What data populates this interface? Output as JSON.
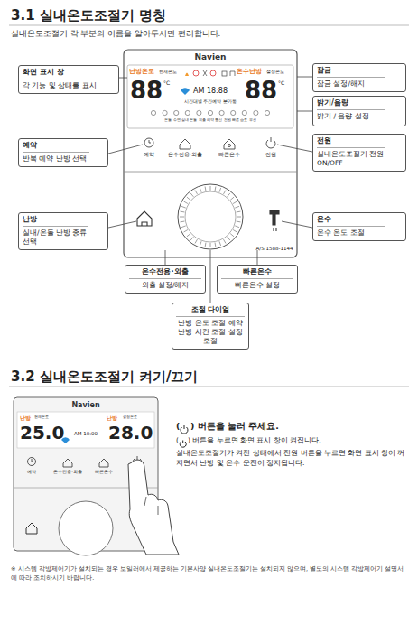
{
  "diagram": {
    "title": "3.1 실내온도조절기 명칭",
    "nodes": [
      {
        "text": [
          "화면 표시 창",
          "각 기능 및 상태를 표시"
        ]
      },
      {
        "text": [
          "잠금",
          "잠금 설정/해지"
        ]
      },
      {
        "text": [
          "밝기/음량",
          "밝기 / 음량 설정"
        ]
      },
      {
        "text": [
          "예약",
          "반복 예약 난방 선택"
        ]
      },
      {
        "text": [
          "전원",
          "실내온도조절기 전원 ON/OFF"
        ]
      },
      {
        "text": [
          "난방",
          "실내/온돌 난방 종류 선택"
        ]
      },
      {
        "text": [
          "온수",
          "온수 온도 조절"
        ]
      },
      {
        "text": [
          "온수전용·외출",
          "외출 설정/해지"
        ]
      },
      {
        "text": [
          "빠른온수",
          "빠른온수 설정"
        ]
      },
      {
        "text": [
          "조절 다이얼",
          "난방 온도 조절 예약 난방 시간 조절 설정 조절"
        ]
      }
    ],
    "labels": [
      "실내온도조절기 각 부분의 이름을 알아두시면 편리합니다.",
      "Navien",
      "난방온도",
      "현재온도",
      "온수난방",
      "설정온도",
      "88",
      "°C",
      "88",
      "°C",
      "AM 18:88",
      "시간대별 주간예약 분가동",
      "온돌 수면 실내 온돌 외출 예약 통신 전원 빠른 습도 무선",
      "예약",
      "온수전용·외출",
      "빠른온수",
      "전원",
      "A/S 1588-1144",
      "3.2 실내온도조절기 켜기/끄기",
      "Navien",
      "난방",
      "현재온도",
      "난방",
      "설정온도",
      "25.0",
      "28.0",
      "AM 10:00",
      "예약",
      "온수전용·외출",
      "빠른온수",
      "(",
      ") 버튼을 눌러 주세요.",
      "(",
      ") 버튼을 누르면 화면 표시 창이 켜집니다.",
      "실내온도조절기가 켜진 상태에서 전원 버튼을 누르면 화면 표시 창이 꺼지면서 난방 및 온수 운전이 정지됩니다.",
      "※ 시스템 각방제어기가 설치되는 경우 보일러에서 제공하는 기본사양 실내온도조절기는 설치되지 않으며, 별도의 시스템 각방제어기 설명서에 따라 조치하시기 바랍니다."
    ]
  }
}
